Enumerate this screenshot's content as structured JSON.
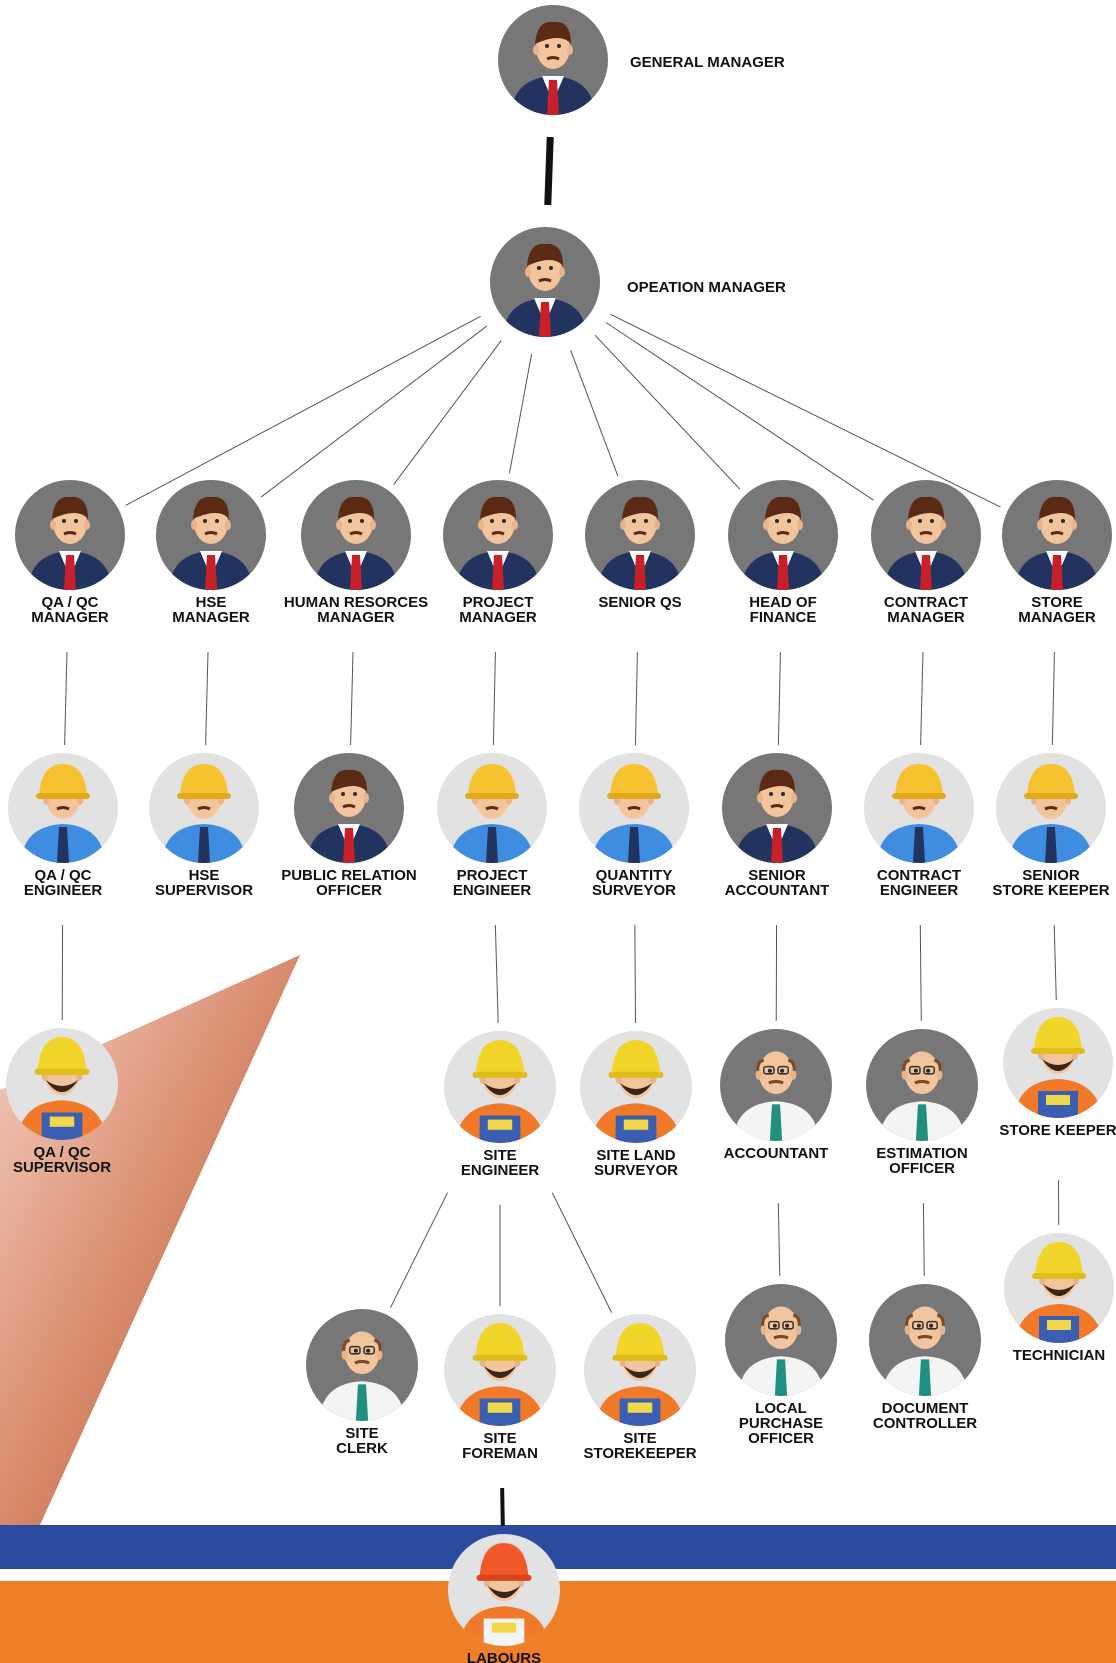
{
  "colors": {
    "navy_band": "#2a4aa0",
    "orange_band": "#f07f2a",
    "avatar_bg": "#777777",
    "avatar_bg_light": "#e2e2e2",
    "suit": "#23335f",
    "tie_red": "#c8202a",
    "tie_teal": "#1f8f80",
    "helmet_yellow": "#f6c230",
    "helmet_bright": "#f2d52a",
    "helmet_orange": "#f05a2a",
    "shirt_blue": "#3f8de0",
    "overall_orange": "#f07a2a",
    "line": "#555555"
  },
  "nodes": [
    {
      "id": "gm",
      "type": "manager",
      "label": [
        "GENERAL MANAGER"
      ]
    },
    {
      "id": "om",
      "type": "manager",
      "label": [
        "OPEATION MANAGER"
      ]
    },
    {
      "id": "qaqc_mgr",
      "type": "manager",
      "label": [
        "QA / QC",
        "MANAGER"
      ]
    },
    {
      "id": "hse_mgr",
      "type": "manager",
      "label": [
        "HSE",
        "MANAGER"
      ]
    },
    {
      "id": "hr_mgr",
      "type": "manager",
      "label": [
        "HUMAN RESORCES",
        "MANAGER"
      ]
    },
    {
      "id": "pm",
      "type": "manager",
      "label": [
        "PROJECT",
        "MANAGER"
      ]
    },
    {
      "id": "sqs",
      "type": "manager",
      "label": [
        "SENIOR QS"
      ]
    },
    {
      "id": "hof",
      "type": "manager",
      "label": [
        "HEAD OF",
        "FINANCE"
      ]
    },
    {
      "id": "cm",
      "type": "manager",
      "label": [
        "CONTRACT",
        "MANAGER"
      ]
    },
    {
      "id": "sm",
      "type": "manager",
      "label": [
        "STORE",
        "MANAGER"
      ]
    },
    {
      "id": "qaqc_eng",
      "type": "engineer",
      "label": [
        "QA / QC",
        "ENGINEER"
      ]
    },
    {
      "id": "hse_sup",
      "type": "engineer",
      "label": [
        "HSE",
        "SUPERVISOR"
      ]
    },
    {
      "id": "pro",
      "type": "manager",
      "label": [
        "PUBLIC RELATION",
        "OFFICER"
      ]
    },
    {
      "id": "pe",
      "type": "engineer",
      "label": [
        "PROJECT",
        "ENGINEER"
      ]
    },
    {
      "id": "qs",
      "type": "engineer",
      "label": [
        "QUANTITY",
        "SURVEYOR"
      ]
    },
    {
      "id": "sa",
      "type": "manager",
      "label": [
        "SENIOR",
        "ACCOUNTANT"
      ]
    },
    {
      "id": "ce",
      "type": "engineer",
      "label": [
        "CONTRACT",
        "ENGINEER"
      ]
    },
    {
      "id": "ssk",
      "type": "engineer",
      "label": [
        "SENIOR",
        "STORE KEEPER"
      ]
    },
    {
      "id": "qaqc_sup",
      "type": "worker",
      "label": [
        "QA / QC",
        "SUPERVISOR"
      ]
    },
    {
      "id": "se",
      "type": "worker",
      "label": [
        "SITE",
        "ENGINEER"
      ]
    },
    {
      "id": "sls",
      "type": "worker",
      "label": [
        "SITE LAND",
        "SURVEYOR"
      ]
    },
    {
      "id": "acc",
      "type": "clerk",
      "label": [
        "ACCOUNTANT"
      ]
    },
    {
      "id": "eo",
      "type": "clerk",
      "label": [
        "ESTIMATION",
        "OFFICER"
      ]
    },
    {
      "id": "sk",
      "type": "worker",
      "label": [
        "STORE KEEPER"
      ]
    },
    {
      "id": "sc",
      "type": "clerk",
      "label": [
        "SITE",
        "CLERK"
      ]
    },
    {
      "id": "sf",
      "type": "worker",
      "label": [
        "SITE",
        "FOREMAN"
      ]
    },
    {
      "id": "ssk2",
      "type": "worker",
      "label": [
        "SITE",
        "STOREKEEPER"
      ]
    },
    {
      "id": "lpo",
      "type": "clerk",
      "label": [
        "LOCAL",
        "PURCHASE",
        "OFFICER"
      ]
    },
    {
      "id": "dc",
      "type": "clerk",
      "label": [
        "DOCUMENT",
        "CONTROLLER"
      ]
    },
    {
      "id": "tech",
      "type": "worker",
      "label": [
        "TECHNICIAN"
      ]
    },
    {
      "id": "lab",
      "type": "labour",
      "label": [
        "LABOURS"
      ]
    }
  ],
  "edges": [
    [
      "gm",
      "om"
    ],
    [
      "om",
      "qaqc_mgr"
    ],
    [
      "om",
      "hse_mgr"
    ],
    [
      "om",
      "hr_mgr"
    ],
    [
      "om",
      "pm"
    ],
    [
      "om",
      "sqs"
    ],
    [
      "om",
      "hof"
    ],
    [
      "om",
      "cm"
    ],
    [
      "om",
      "sm"
    ],
    [
      "qaqc_mgr",
      "qaqc_eng"
    ],
    [
      "hse_mgr",
      "hse_sup"
    ],
    [
      "hr_mgr",
      "pro"
    ],
    [
      "pm",
      "pe"
    ],
    [
      "sqs",
      "qs"
    ],
    [
      "hof",
      "sa"
    ],
    [
      "cm",
      "ce"
    ],
    [
      "sm",
      "ssk"
    ],
    [
      "qaqc_eng",
      "qaqc_sup"
    ],
    [
      "pe",
      "se"
    ],
    [
      "qs",
      "sls"
    ],
    [
      "sa",
      "acc"
    ],
    [
      "ce",
      "eo"
    ],
    [
      "ssk",
      "sk"
    ],
    [
      "se",
      "sc"
    ],
    [
      "se",
      "sf"
    ],
    [
      "se",
      "ssk2"
    ],
    [
      "acc",
      "lpo"
    ],
    [
      "eo",
      "dc"
    ],
    [
      "sk",
      "tech"
    ],
    [
      "sf",
      "lab"
    ]
  ]
}
